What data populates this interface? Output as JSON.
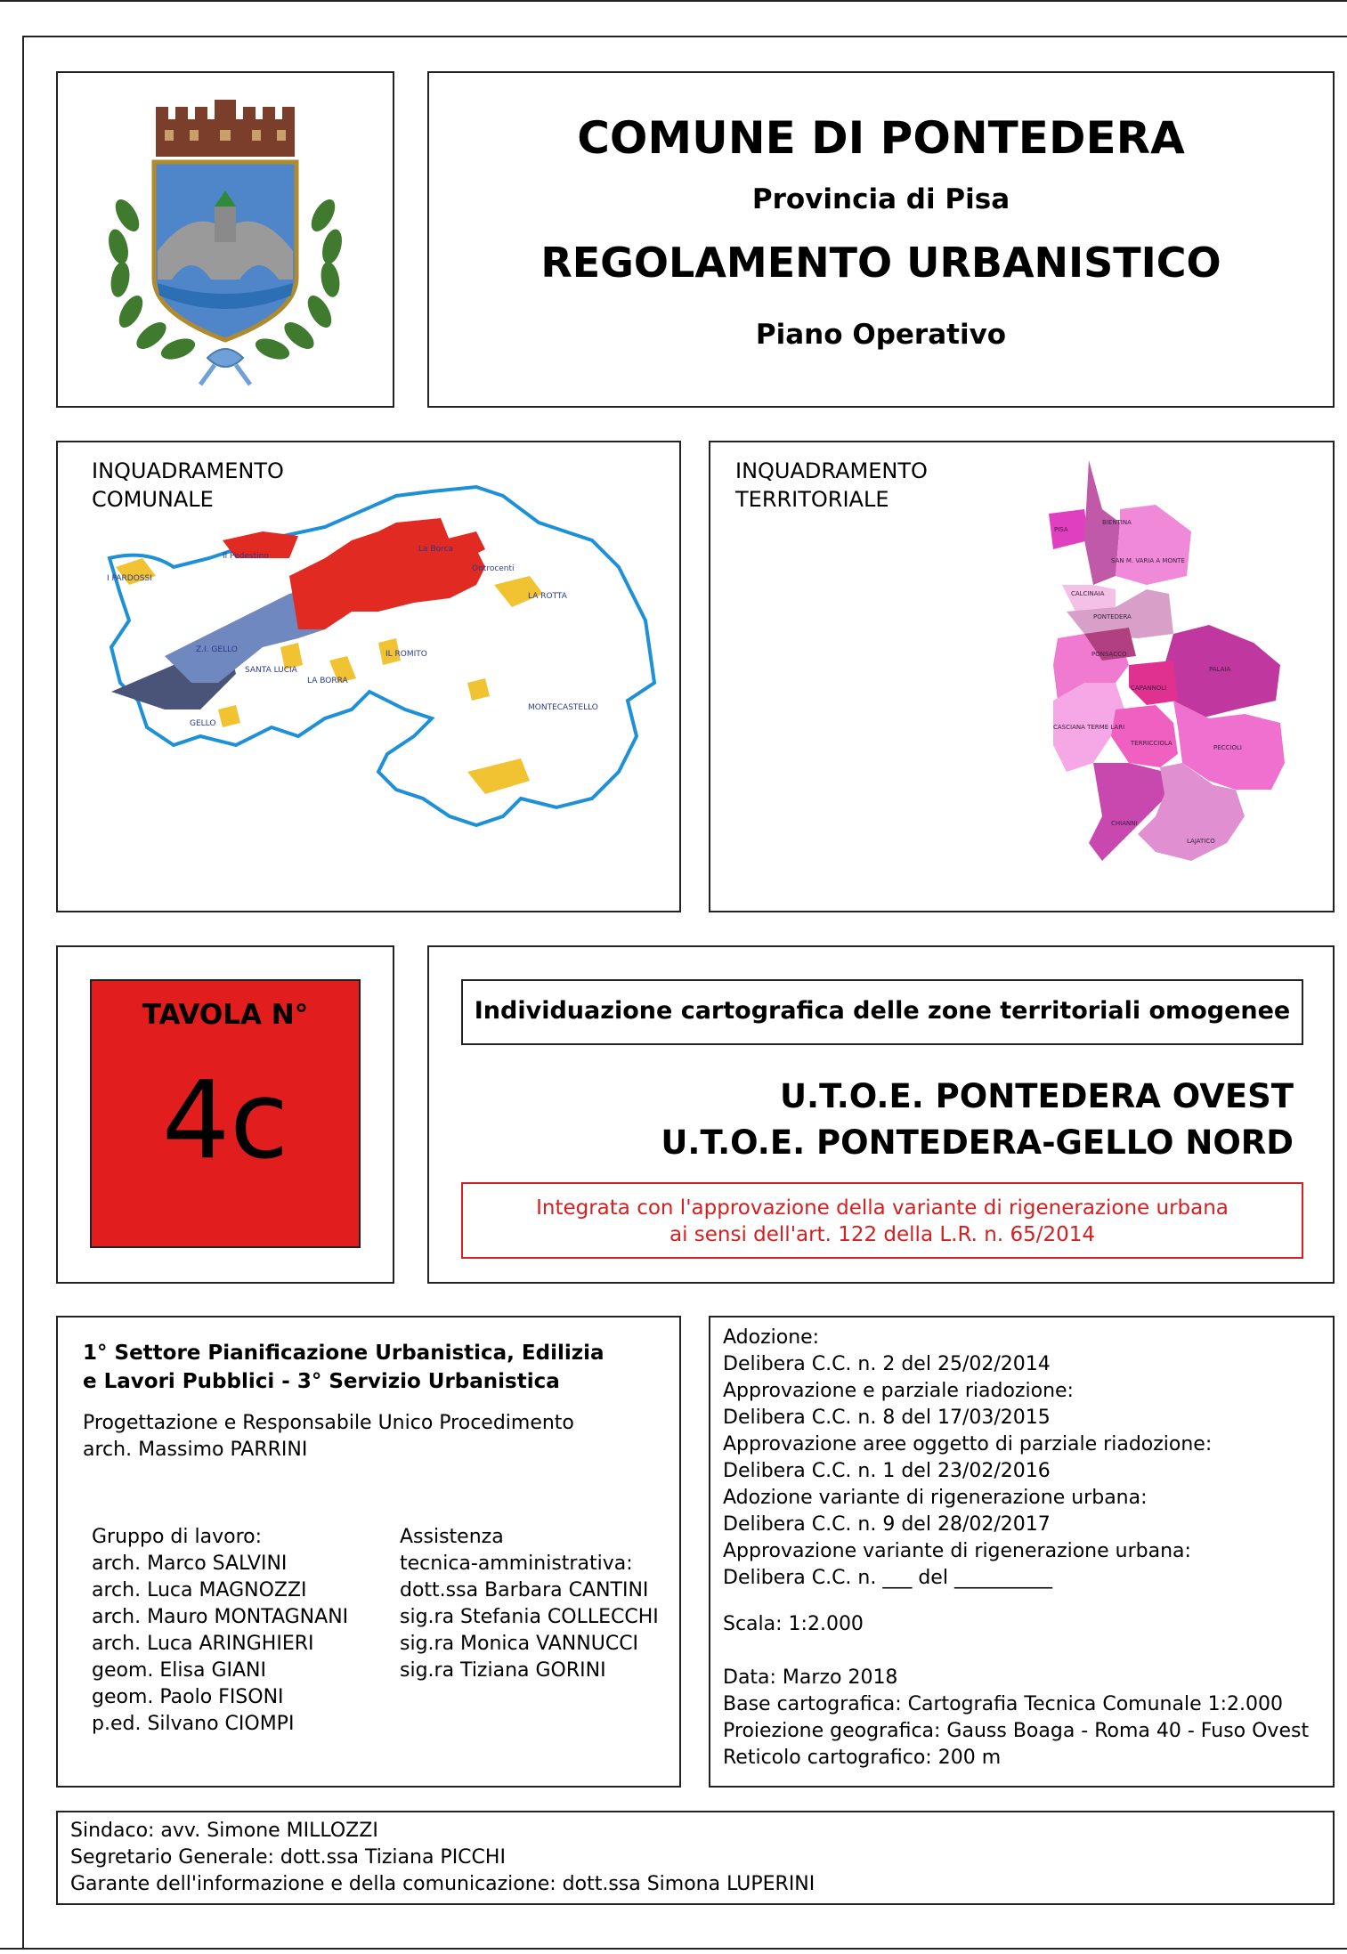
{
  "header": {
    "comune": "COMUNE DI PONTEDERA",
    "provincia": "Provincia di Pisa",
    "regolamento": "REGOLAMENTO URBANISTICO",
    "piano": "Piano Operativo"
  },
  "inquadramento_comunale": {
    "title_1": "INQUADRAMENTO",
    "title_2": "COMUNALE",
    "labels": [
      "I PARDOSSI",
      "Il Pedestino",
      "La Borca",
      "Ontrocenti",
      "LA ROTTA",
      "Z.I. GELLO",
      "SANTA LUCIA",
      "LA BORRA",
      "IL ROMITO",
      "GELLO",
      "MONTECASTELLO"
    ]
  },
  "inquadramento_territoriale": {
    "title_1": "INQUADRAMENTO",
    "title_2": "TERRITORIALE",
    "labels": [
      "PISA",
      "BIENTINA",
      "SAN M. VARIA A MONTE",
      "CALCINAIA",
      "PONTEDERA",
      "PONSACCO",
      "PALAIA",
      "CAPANNOLI",
      "CASCIANA TERME LARI",
      "TERRICCIOLA",
      "PECCIOLI",
      "CHIANNI",
      "LAJATICO"
    ]
  },
  "tavola": {
    "label": "TAVOLA N°",
    "number": "4c"
  },
  "description": {
    "subject": "Individuazione cartografica delle zone territoriali omogenee",
    "utoe_1": "U.T.O.E. PONTEDERA OVEST",
    "utoe_2": "U.T.O.E. PONTEDERA-GELLO NORD",
    "integration_1": "Integrata con l'approvazione della variante di rigenerazione urbana",
    "integration_2": "ai sensi dell'art. 122 della L.R. n. 65/2014"
  },
  "settore": {
    "title_1": "1° Settore Pianificazione Urbanistica, Edilizia",
    "title_2": "e Lavori Pubblici - 3° Servizio Urbanistica",
    "resp_1": "Progettazione e Responsabile Unico Procedimento",
    "resp_2": "arch. Massimo PARRINI",
    "gruppo": [
      "Gruppo di lavoro:",
      "arch. Marco SALVINI",
      "arch. Luca MAGNOZZI",
      "arch. Mauro MONTAGNANI",
      "arch. Luca ARINGHIERI",
      "geom. Elisa GIANI",
      "geom. Paolo FISONI",
      "p.ed. Silvano CIOMPI"
    ],
    "assistenza": [
      "Assistenza",
      "tecnica-amministrativa:",
      "dott.ssa Barbara CANTINI",
      "sig.ra Stefania COLLECCHI",
      "sig.ra Monica VANNUCCI",
      "sig.ra Tiziana GORINI"
    ]
  },
  "iter": {
    "lines": [
      "Adozione:",
      "Delibera C.C. n. 2 del 25/02/2014",
      "Approvazione e parziale riadozione:",
      "Delibera C.C. n. 8 del 17/03/2015",
      "Approvazione aree oggetto di parziale riadozione:",
      "Delibera C.C. n. 1 del 23/02/2016",
      "Adozione variante di rigenerazione urbana:",
      "Delibera C.C. n. 9 del 28/02/2017",
      "Approvazione variante di rigenerazione urbana:",
      "Delibera C.C. n. ___ del __________"
    ],
    "scala": "Scala: 1:2.000",
    "data_lines": [
      "Data: Marzo 2018",
      "Base cartografica: Cartografia Tecnica Comunale 1:2.000",
      "Proiezione geografica: Gauss Boaga - Roma 40 - Fuso Ovest",
      "Reticolo cartografico: 200 m"
    ]
  },
  "footer": {
    "sindaco": "Sindaco: avv. Simone MILLOZZI",
    "segretario": "Segretario Generale: dott.ssa Tiziana PICCHI",
    "garante": "Garante dell'informazione e della comunicazione: dott.ssa Simona LUPERINI"
  },
  "colors": {
    "tavola_red": "#e11d1d",
    "integration_red": "#d42020",
    "map_outline": "#1e90d8"
  }
}
